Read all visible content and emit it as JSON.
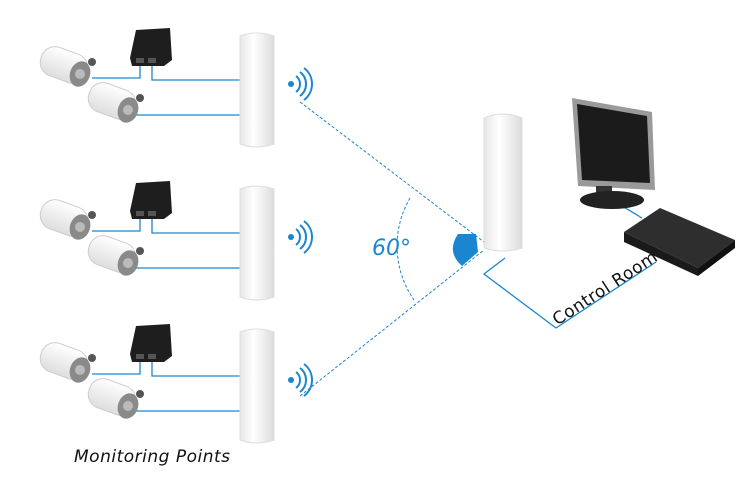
{
  "labels": {
    "angle": "60°",
    "monitoring_points": "Monitoring Points",
    "control_room": "Control Room"
  },
  "colors": {
    "accent": "#1a86d0",
    "device_dark": "#1e1e1e",
    "device_white": "#f4f4f4"
  },
  "groups": [
    {
      "name": "monitoring-point-1"
    },
    {
      "name": "monitoring-point-2"
    },
    {
      "name": "monitoring-point-3"
    }
  ]
}
